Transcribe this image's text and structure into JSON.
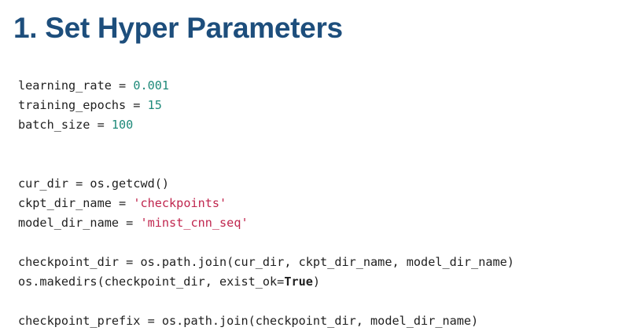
{
  "slide": {
    "title": "1. Set Hyper Parameters"
  },
  "colors": {
    "title": "#1d4e7c",
    "code_text": "#1f1f1f",
    "number_literal": "#1f8a7a",
    "string_literal": "#c0264e",
    "background": "#ffffff"
  },
  "code": {
    "lines": [
      [
        {
          "t": "learning_rate = "
        },
        {
          "t": "0.001",
          "k": "num"
        }
      ],
      [
        {
          "t": "training_epochs = "
        },
        {
          "t": "15",
          "k": "num"
        }
      ],
      [
        {
          "t": "batch_size = "
        },
        {
          "t": "100",
          "k": "num"
        }
      ],
      [],
      [],
      [
        {
          "t": "cur_dir = os.getcwd()"
        }
      ],
      [
        {
          "t": "ckpt_dir_name = "
        },
        {
          "t": "'checkpoints'",
          "k": "str"
        }
      ],
      [
        {
          "t": "model_dir_name = "
        },
        {
          "t": "'minst_cnn_seq'",
          "k": "str"
        }
      ],
      [],
      [
        {
          "t": "checkpoint_dir = os.path.join(cur_dir, ckpt_dir_name, model_dir_name)"
        }
      ],
      [
        {
          "t": "os.makedirs(checkpoint_dir, exist_ok="
        },
        {
          "t": "True",
          "k": "kw"
        },
        {
          "t": ")"
        }
      ],
      [],
      [
        {
          "t": "checkpoint_prefix = os.path.join(checkpoint_dir, model_dir_name)"
        }
      ]
    ]
  }
}
